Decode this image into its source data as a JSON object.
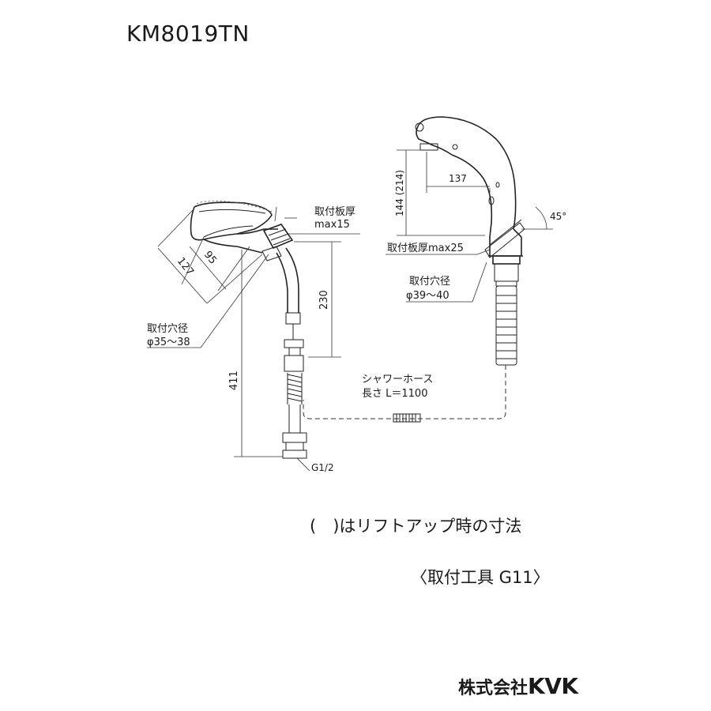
{
  "title": {
    "model": "KM8019TN"
  },
  "left_view": {
    "plate_label": "取付板厚",
    "plate_value": "max15",
    "dim_spout_95": "95",
    "dim_spout_127": "127",
    "dim_230": "230",
    "dim_411": "411",
    "hole_label": "取付穴径",
    "hole_value": "φ35～38",
    "thread": "G1/2"
  },
  "right_view": {
    "dim_137": "137",
    "dim_height": "144 (214)",
    "angle": "45°",
    "plate_label": "取付板厚max25",
    "hole_label": "取付穴径",
    "hole_value": "φ39～40"
  },
  "hose": {
    "label": "シャワーホース",
    "length": "長さ L＝1100"
  },
  "notes": {
    "lift_up": "(　)はリフトアップ時の寸法",
    "tool": "〈取付工具 G11〉"
  },
  "brand": {
    "prefix": "株式会社",
    "mark": "KVK"
  }
}
